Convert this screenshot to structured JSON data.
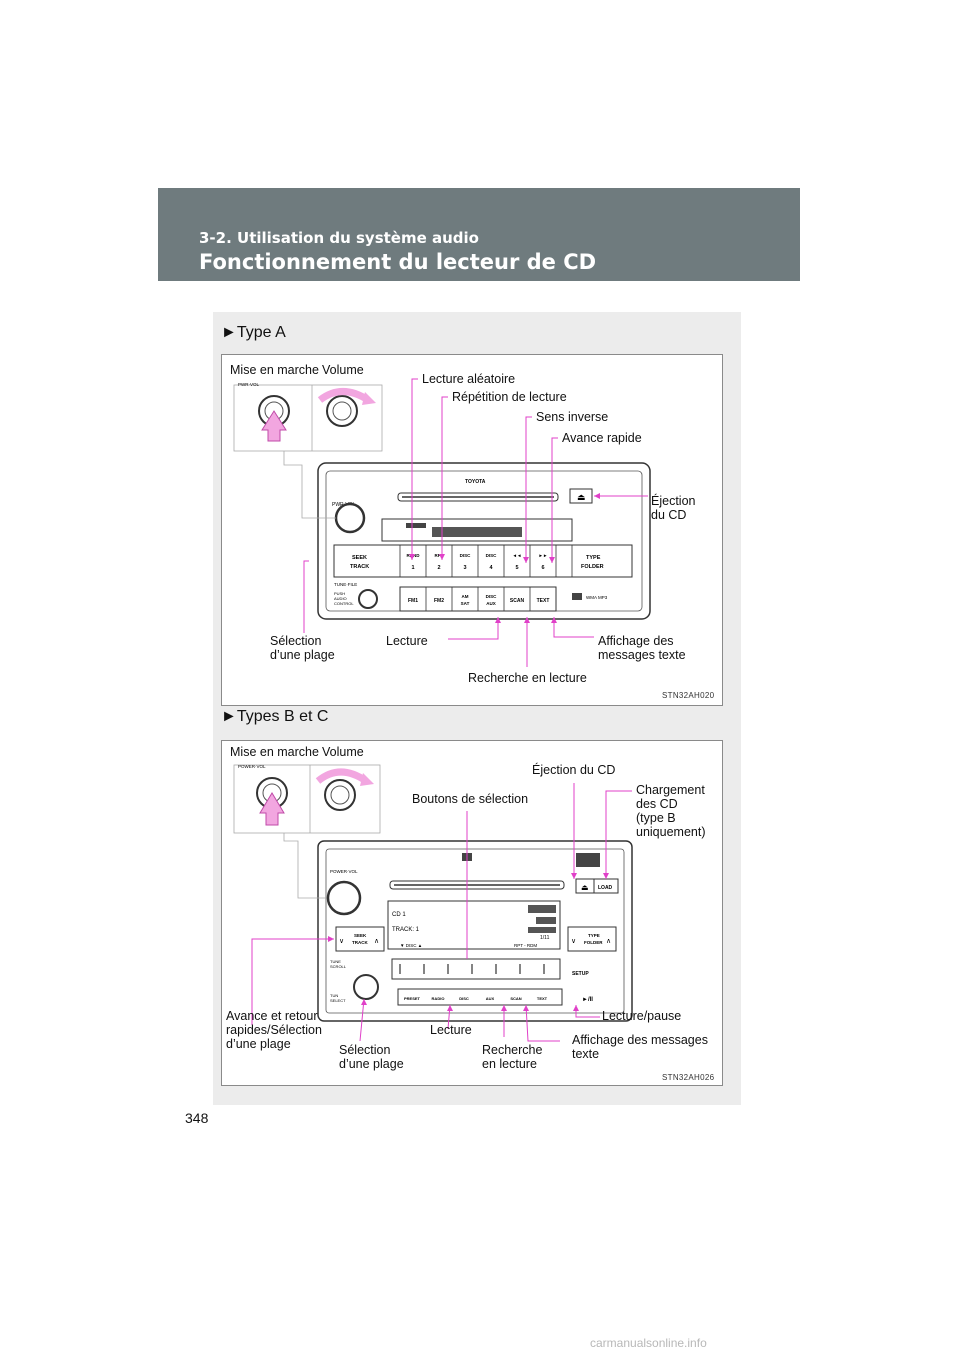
{
  "header": {
    "section": "3-2. Utilisation du système audio",
    "title": "Fonctionnement du lecteur de CD"
  },
  "type_a": {
    "heading": "►Type A",
    "labels": {
      "power": "Mise en marche",
      "volume": "Volume",
      "random": "Lecture aléatoire",
      "repeat": "Répétition de lecture",
      "reverse": "Sens inverse",
      "fast_forward": "Avance rapide",
      "eject_1": "Éjection",
      "eject_2": "du CD",
      "track_select_1": "Sélection",
      "track_select_2": "d’une plage",
      "play": "Lecture",
      "text_display_1": "Affichage des",
      "text_display_2": "messages texte",
      "scan": "Recherche en lecture"
    },
    "code": "STN32AH020",
    "radio": {
      "brand": "TOYOTA",
      "pwr": "PWR-VOL",
      "seek": "SEEK",
      "track": "TRACK",
      "tune": "TUNE·FILE",
      "push_1": "PUSH",
      "push_2": "AUDIO",
      "push_3": "CONTROL",
      "type": "TYPE",
      "folder": "FOLDER",
      "buttons_top": [
        "RAND 1",
        "RPT 2",
        "DISC 3",
        "DISC 4",
        "◄◄ 5",
        "►► 6"
      ],
      "buttons_bottom": [
        "FM1",
        "FM2",
        "AM SAT",
        "DISC AUX",
        "SCAN",
        "TEXT"
      ],
      "wma": "WMA MP3"
    }
  },
  "type_bc": {
    "heading": "►Types B et C",
    "labels": {
      "power": "Mise en marche",
      "volume": "Volume",
      "eject": "Éjection du CD",
      "load_1": "Chargement",
      "load_2": "des CD",
      "load_3": "(type B",
      "load_4": "uniquement)",
      "select_buttons": "Boutons de sélection",
      "ff_rew_1": "Avance et retour",
      "ff_rew_2": "rapides/Sélection",
      "ff_rew_3": "d’une plage",
      "track_select_1": "Sélection",
      "track_select_2": "d’une plage",
      "play": "Lecture",
      "scan_1": "Recherche",
      "scan_2": "en lecture",
      "play_pause": "Lecture/pause",
      "text_display_1": "Affichage des messages",
      "text_display_2": "texte"
    },
    "code": "STN32AH026",
    "radio": {
      "power_vol": "POWER·VOL",
      "load": "LOAD",
      "seek": "SEEK",
      "track": "TRACK",
      "tune_1": "TUNE",
      "tune_2": "SCROLL",
      "tun_sel_1": "TUN",
      "tun_sel_2": "SELECT",
      "type": "TYPE",
      "folder": "FOLDER",
      "setup": "SETUP",
      "display_cd": "CD 1",
      "display_track": "TRACK:  1",
      "display_count": "1/11",
      "display_disc": "▼ DISC ▲",
      "display_rpt": "RPT  -  RDM",
      "buttons_bottom": [
        "PRESET",
        "RADIO",
        "DISC",
        "AUX",
        "SCAN",
        "TEXT"
      ],
      "play_pause": "►/II"
    }
  },
  "page_number": "348",
  "watermark": "carmanualsonline.info",
  "colors": {
    "header_bg": "#6f7b7e",
    "panel_bg": "#ececec",
    "callout": "#e040c8"
  }
}
